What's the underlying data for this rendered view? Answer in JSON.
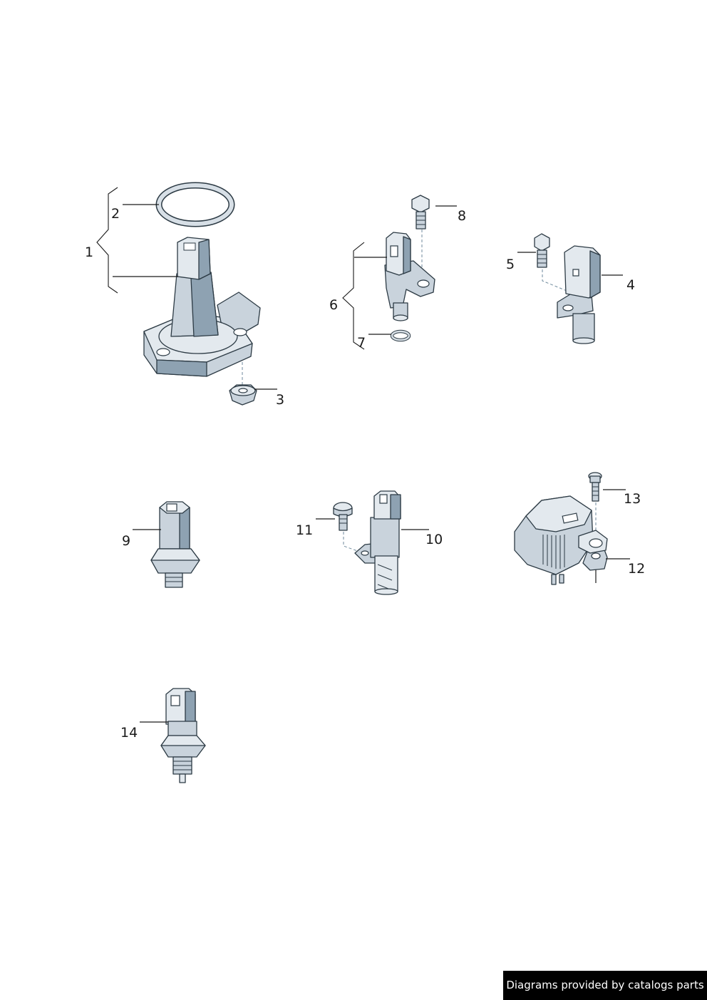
{
  "callouts": {
    "n1": "1",
    "n2": "2",
    "n3": "3",
    "n4": "4",
    "n5": "5",
    "n6": "6",
    "n7": "7",
    "n8": "8",
    "n9": "9",
    "n10": "10",
    "n11": "11",
    "n12": "12",
    "n13": "13",
    "n14": "14"
  },
  "footer": {
    "text": "Diagrams provided by catalogs parts"
  }
}
